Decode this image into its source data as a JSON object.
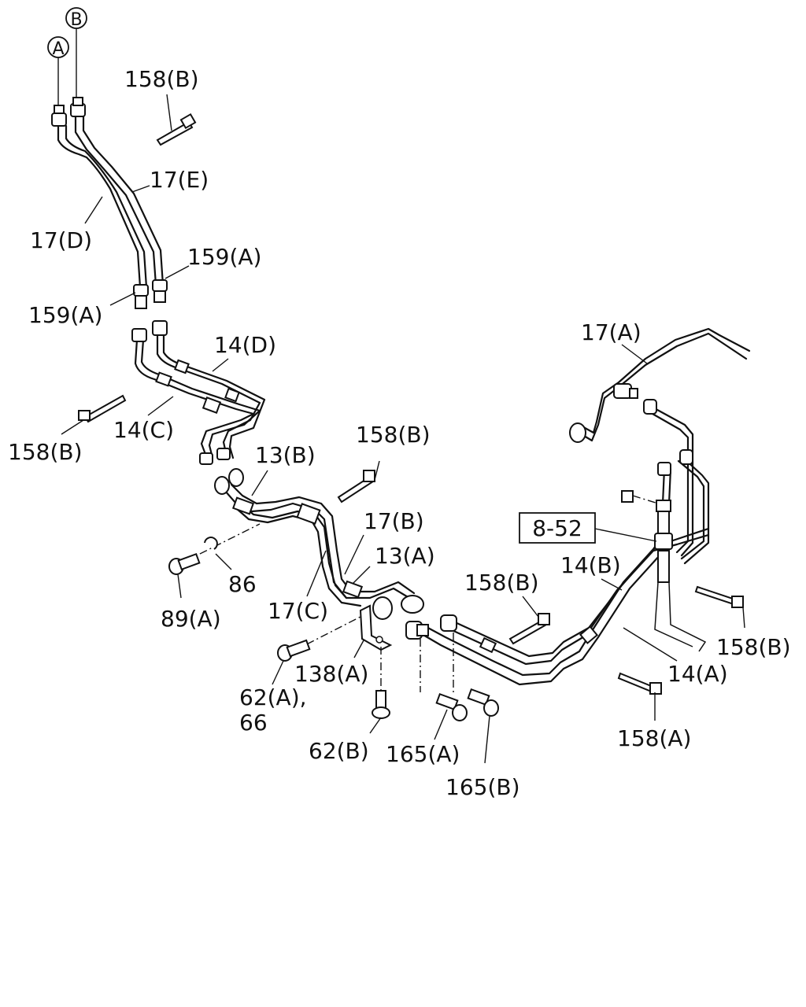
{
  "callouts": {
    "A": "A",
    "B": "B"
  },
  "ref_box": "8-52",
  "labels": {
    "p158_b_top": "158(B)",
    "p17_e": "17(E)",
    "p17_d": "17(D)",
    "p159_a_right": "159(A)",
    "p159_a_left": "159(A)",
    "p14_d": "14(D)",
    "p14_c": "14(C)",
    "p158_b_left": "158(B)",
    "p13_b": "13(B)",
    "p158_b_mid": "158(B)",
    "p17_b": "17(B)",
    "p13_a": "13(A)",
    "p86": "86",
    "p89_a": "89(A)",
    "p17_c": "17(C)",
    "p138_a": "138(A)",
    "p62_a": "62(A),",
    "p66": "66",
    "p62_b": "62(B)",
    "p165_a": "165(A)",
    "p165_b": "165(B)",
    "p158_b_center": "158(B)",
    "p14_b": "14(B)",
    "p17_a": "17(A)",
    "p158_b_right": "158(B)",
    "p14_a": "14(A)",
    "p158_a": "158(A)"
  }
}
